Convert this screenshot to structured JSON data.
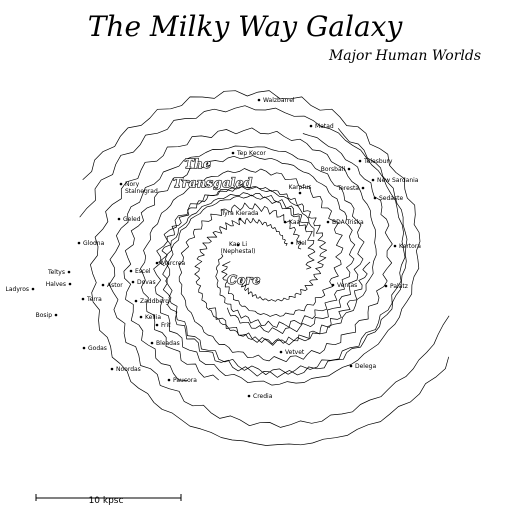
{
  "title": "The Milky Way Galaxy",
  "subtitle": "Major Human Worlds",
  "scale_label": "10 kpsc",
  "regions": {
    "transgaled_line1": "The",
    "transgaled_line2": "Transgaled",
    "core": "Core"
  },
  "worlds": [
    {
      "name": "Walzbarrel",
      "side": "right"
    },
    {
      "name": "Metad",
      "side": "right"
    },
    {
      "name": "Tep Kecor",
      "side": "right"
    },
    {
      "name": "Telesbury",
      "side": "right"
    },
    {
      "name": "Borsball",
      "side": "left"
    },
    {
      "name": "New Sardania",
      "side": "right"
    },
    {
      "name": "Teresta",
      "side": "left"
    },
    {
      "name": "Sedaste",
      "side": "right"
    },
    {
      "name": "Karpfus",
      "side": "center"
    },
    {
      "name": "Kaa",
      "side": "right"
    },
    {
      "name": "BDA Triska",
      "side": "right"
    },
    {
      "name": "Nory Stalnegrad",
      "side": "right"
    },
    {
      "name": "Geled",
      "side": "right"
    },
    {
      "name": "Tyra Kierada",
      "side": "center"
    },
    {
      "name": "Mel",
      "side": "right"
    },
    {
      "name": "Kertora",
      "side": "right"
    },
    {
      "name": "Glodna",
      "side": "right"
    },
    {
      "name": "Kao Li (Nephestal)",
      "side": "center"
    },
    {
      "name": "Marcrea",
      "side": "right"
    },
    {
      "name": "Teltys",
      "side": "left"
    },
    {
      "name": "Escel",
      "side": "right"
    },
    {
      "name": "Halves",
      "side": "left"
    },
    {
      "name": "Astor",
      "side": "right"
    },
    {
      "name": "Dovas",
      "side": "right"
    },
    {
      "name": "Ventas",
      "side": "right"
    },
    {
      "name": "Palatz",
      "side": "right"
    },
    {
      "name": "Ladyros",
      "side": "left"
    },
    {
      "name": "Terra",
      "side": "right"
    },
    {
      "name": "Zaddberg",
      "side": "right"
    },
    {
      "name": "Bosip",
      "side": "left"
    },
    {
      "name": "Kellia",
      "side": "right"
    },
    {
      "name": "Frit",
      "side": "right"
    },
    {
      "name": "Bleadas",
      "side": "right"
    },
    {
      "name": "Godas",
      "side": "right"
    },
    {
      "name": "Vetvet",
      "side": "right"
    },
    {
      "name": "Noordas",
      "side": "right"
    },
    {
      "name": "Delega",
      "side": "right"
    },
    {
      "name": "Paucora",
      "side": "right"
    },
    {
      "name": "Credia",
      "side": "right"
    }
  ]
}
